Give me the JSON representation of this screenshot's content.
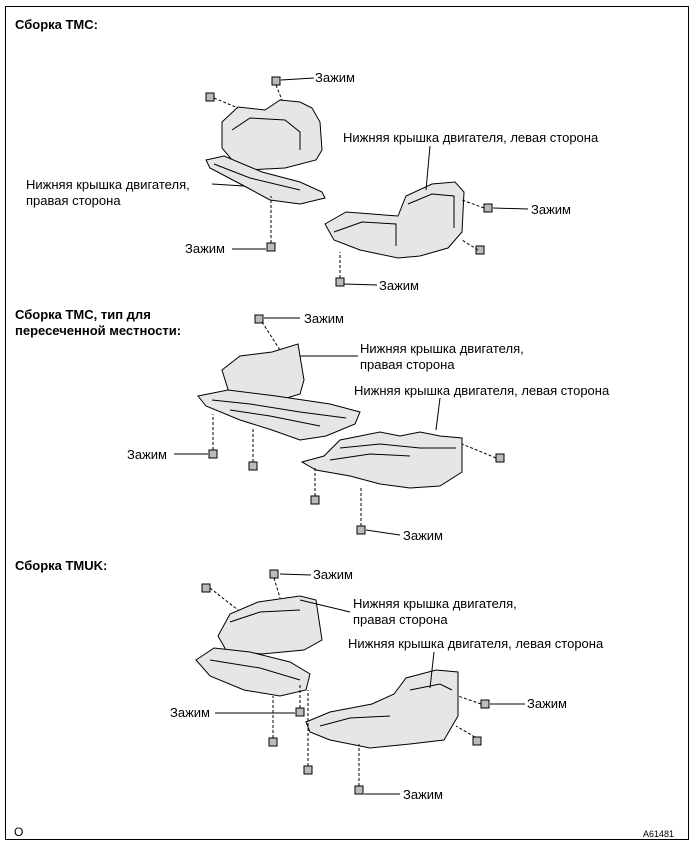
{
  "sections": [
    {
      "heading_lines": [
        "Сборка TMC:"
      ],
      "labels": {
        "clip_top": "Зажим",
        "cover_left": "Нижняя крышка двигателя, левая сторона",
        "cover_right_lines": [
          "Нижняя крышка двигателя,",
          "правая сторона"
        ],
        "clip_right": "Зажим",
        "clip_left": "Зажим",
        "clip_bottom": "Зажим"
      }
    },
    {
      "heading_lines": [
        "Сборка TMC, тип для",
        "пересеченной местности:"
      ],
      "labels": {
        "clip_top": "Зажим",
        "cover_right_lines": [
          "Нижняя крышка двигателя,",
          "правая сторона"
        ],
        "cover_left": "Нижняя крышка двигателя, левая сторона",
        "clip_left": "Зажим",
        "clip_bottom": "Зажим"
      }
    },
    {
      "heading_lines": [
        "Сборка TMUK:"
      ],
      "labels": {
        "clip_top": "Зажим",
        "cover_right_lines": [
          "Нижняя крышка двигателя,",
          "правая сторона"
        ],
        "cover_left": "Нижняя крышка двигателя, левая сторона",
        "clip_right": "Зажим",
        "clip_left": "Зажим",
        "clip_bottom": "Зажим"
      }
    }
  ],
  "footer": {
    "page_mark": "O",
    "figure_code": "A61481"
  }
}
